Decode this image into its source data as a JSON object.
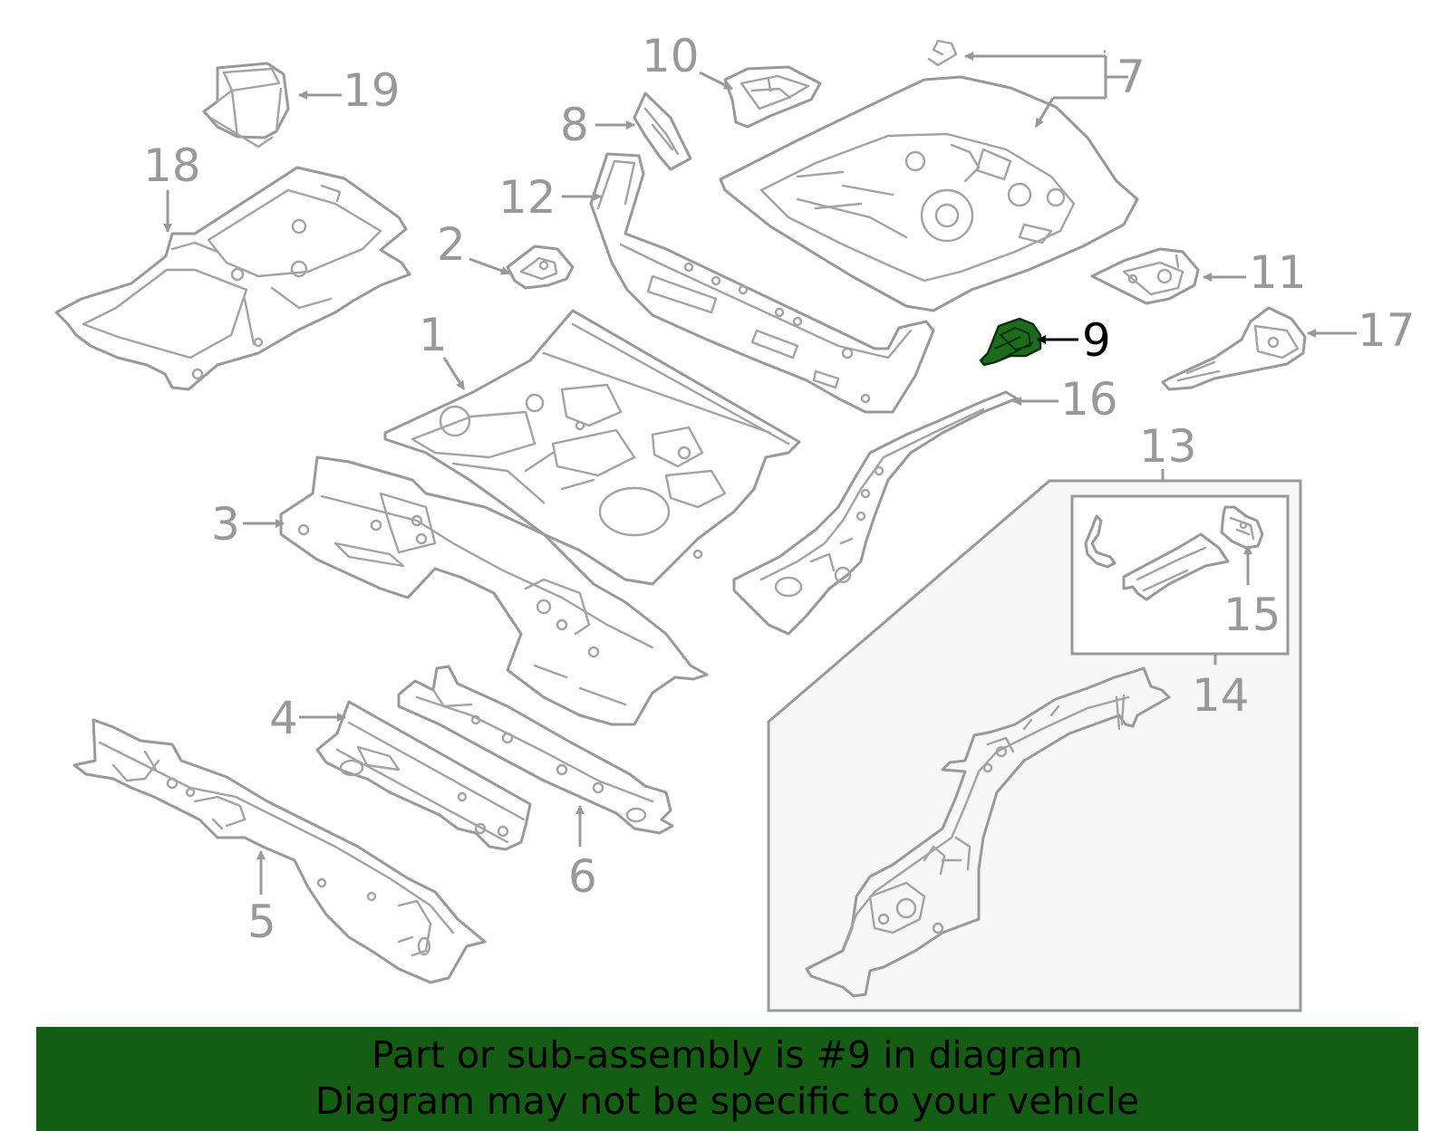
{
  "diagram": {
    "highlighted_part": "9",
    "callouts": [
      "1",
      "2",
      "3",
      "4",
      "5",
      "6",
      "7",
      "8",
      "9",
      "10",
      "11",
      "12",
      "13",
      "14",
      "15",
      "16",
      "17",
      "18",
      "19"
    ]
  },
  "banner": {
    "line1": "Part or sub-assembly is #9 in diagram",
    "line2": "Diagram may not be specific to your vehicle"
  },
  "colors": {
    "line_art": "#999999",
    "highlight_part": "#1d6b1d",
    "banner_background": "#135e13",
    "inset_background": "#f7f7f7",
    "text": "#000000"
  }
}
